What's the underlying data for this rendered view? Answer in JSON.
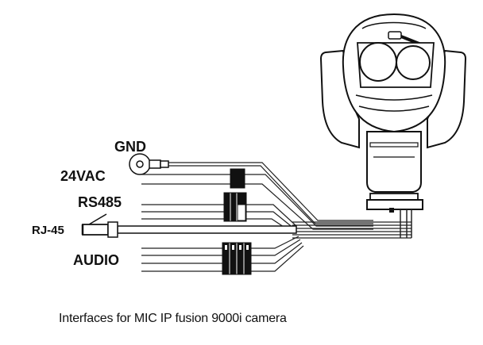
{
  "labels": {
    "gnd": "GND",
    "vac": "24VAC",
    "rs485": "RS485",
    "rj45": "RJ-45",
    "audio": "AUDIO"
  },
  "caption": "Interfaces for MIC IP fusion 9000i camera"
}
